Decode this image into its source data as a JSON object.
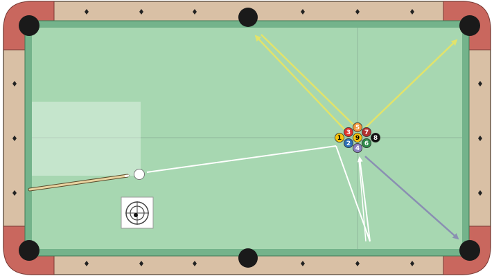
{
  "table": {
    "rail_color": "#d9c0a5",
    "corner_color": "#c9675e",
    "cushion_color": "#74b38b",
    "felt_color": "#a7d7b1",
    "pocket_color": "#1a1a1a",
    "diamond_color": "#222222"
  },
  "cue_ball": {
    "color": "#ffffff"
  },
  "rack": {
    "balls": [
      {
        "number": "1",
        "color": "#f4c20d",
        "text": "#000000"
      },
      {
        "number": "2",
        "color": "#2c6fb5",
        "text": "#ffffff"
      },
      {
        "number": "3",
        "color": "#e0342e",
        "text": "#ffffff"
      },
      {
        "number": "4",
        "color": "#8a7fbd",
        "text": "#ffffff"
      },
      {
        "number": "5",
        "color": "#f0953a",
        "text": "#ffffff"
      },
      {
        "number": "6",
        "color": "#2f8a4a",
        "text": "#ffffff"
      },
      {
        "number": "7",
        "color": "#b23330",
        "text": "#ffffff"
      },
      {
        "number": "8",
        "color": "#111111",
        "text": "#ffffff"
      },
      {
        "number": "9",
        "color": "#f4c20d",
        "text": "#000000"
      }
    ]
  },
  "path_colors": {
    "cue_ball": "#ffffff",
    "object_ball": "#e2e36a",
    "deflection": "#8a8fb2"
  },
  "kitchen_area": {
    "color": "#ffffff",
    "opacity": 0.35
  },
  "aim_icon": {
    "name": "target-icon"
  }
}
